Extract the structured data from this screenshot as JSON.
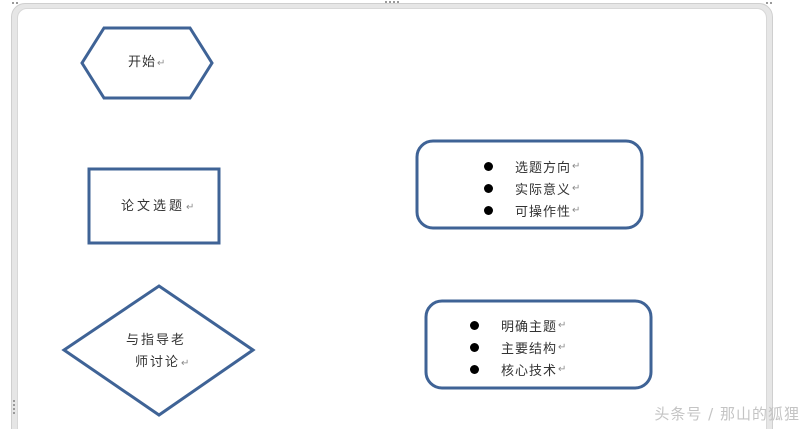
{
  "colors": {
    "shape_stroke": "#3f6396",
    "frame_border": "#cfcfcf",
    "text": "#333333",
    "watermark": "#c4c4c4"
  },
  "diagram": {
    "paragraph_mark": "↵",
    "start_node": {
      "shape": "hexagon",
      "label": "开始"
    },
    "topic_node": {
      "shape": "rectangle",
      "label": "论文选题"
    },
    "discussion_node": {
      "shape": "diamond",
      "label_line1": "与指导老",
      "label_line2": "师讨论"
    },
    "topic_notes": {
      "shape": "rounded-rectangle",
      "items": [
        "选题方向",
        "实际意义",
        "可操作性"
      ]
    },
    "discussion_notes": {
      "shape": "rounded-rectangle",
      "items": [
        "明确主题",
        "主要结构",
        "核心技术"
      ]
    }
  },
  "watermark": "头条号 / 那山的狐狸"
}
